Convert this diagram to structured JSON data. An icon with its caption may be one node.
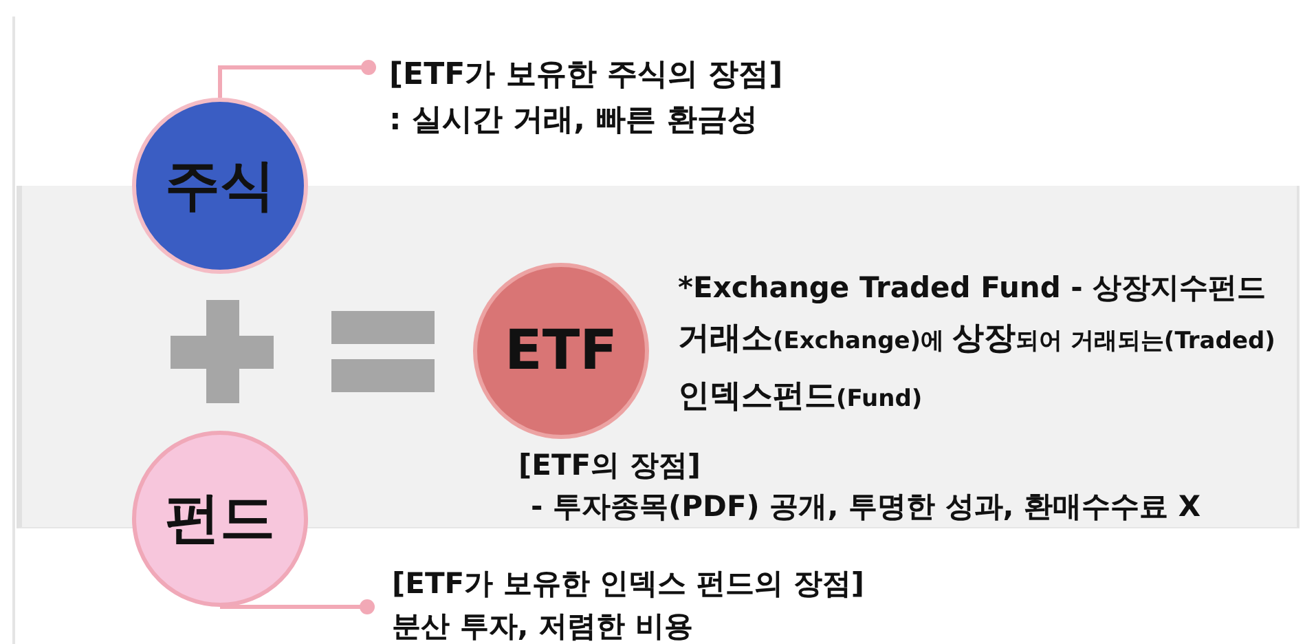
{
  "diagram": {
    "nodes": [
      {
        "text": [
          "주식"
        ]
      },
      {
        "text": [
          "[ETF가 보유한 주식의 장점]",
          ": 실시간 거래, 빠른 환금성"
        ]
      },
      {
        "text": [
          "ETF"
        ],
        "beside": [
          "*Exchange Traded Fund - 상장지수펀드",
          "**거래소**(Exchange)에 **상장**되어 거래되는(Traded) **인덱스펀드**(Fund)",
          "[ETF의 장점]",
          "- 투자종목(PDF) 공개, 투명한 성과, 환매수수료 X"
        ]
      },
      {
        "text": [
          "펀드"
        ]
      },
      {
        "text": [
          "[ETF가 보유한 인덱스 펀드의 장점]",
          "분산 투자, 저렴한 비용"
        ]
      }
    ],
    "edges": [
      {
        "from": 1,
        "to": 0,
        "arrow": "other"
      },
      {
        "from": 4,
        "to": 3,
        "arrow": "other"
      }
    ]
  }
}
